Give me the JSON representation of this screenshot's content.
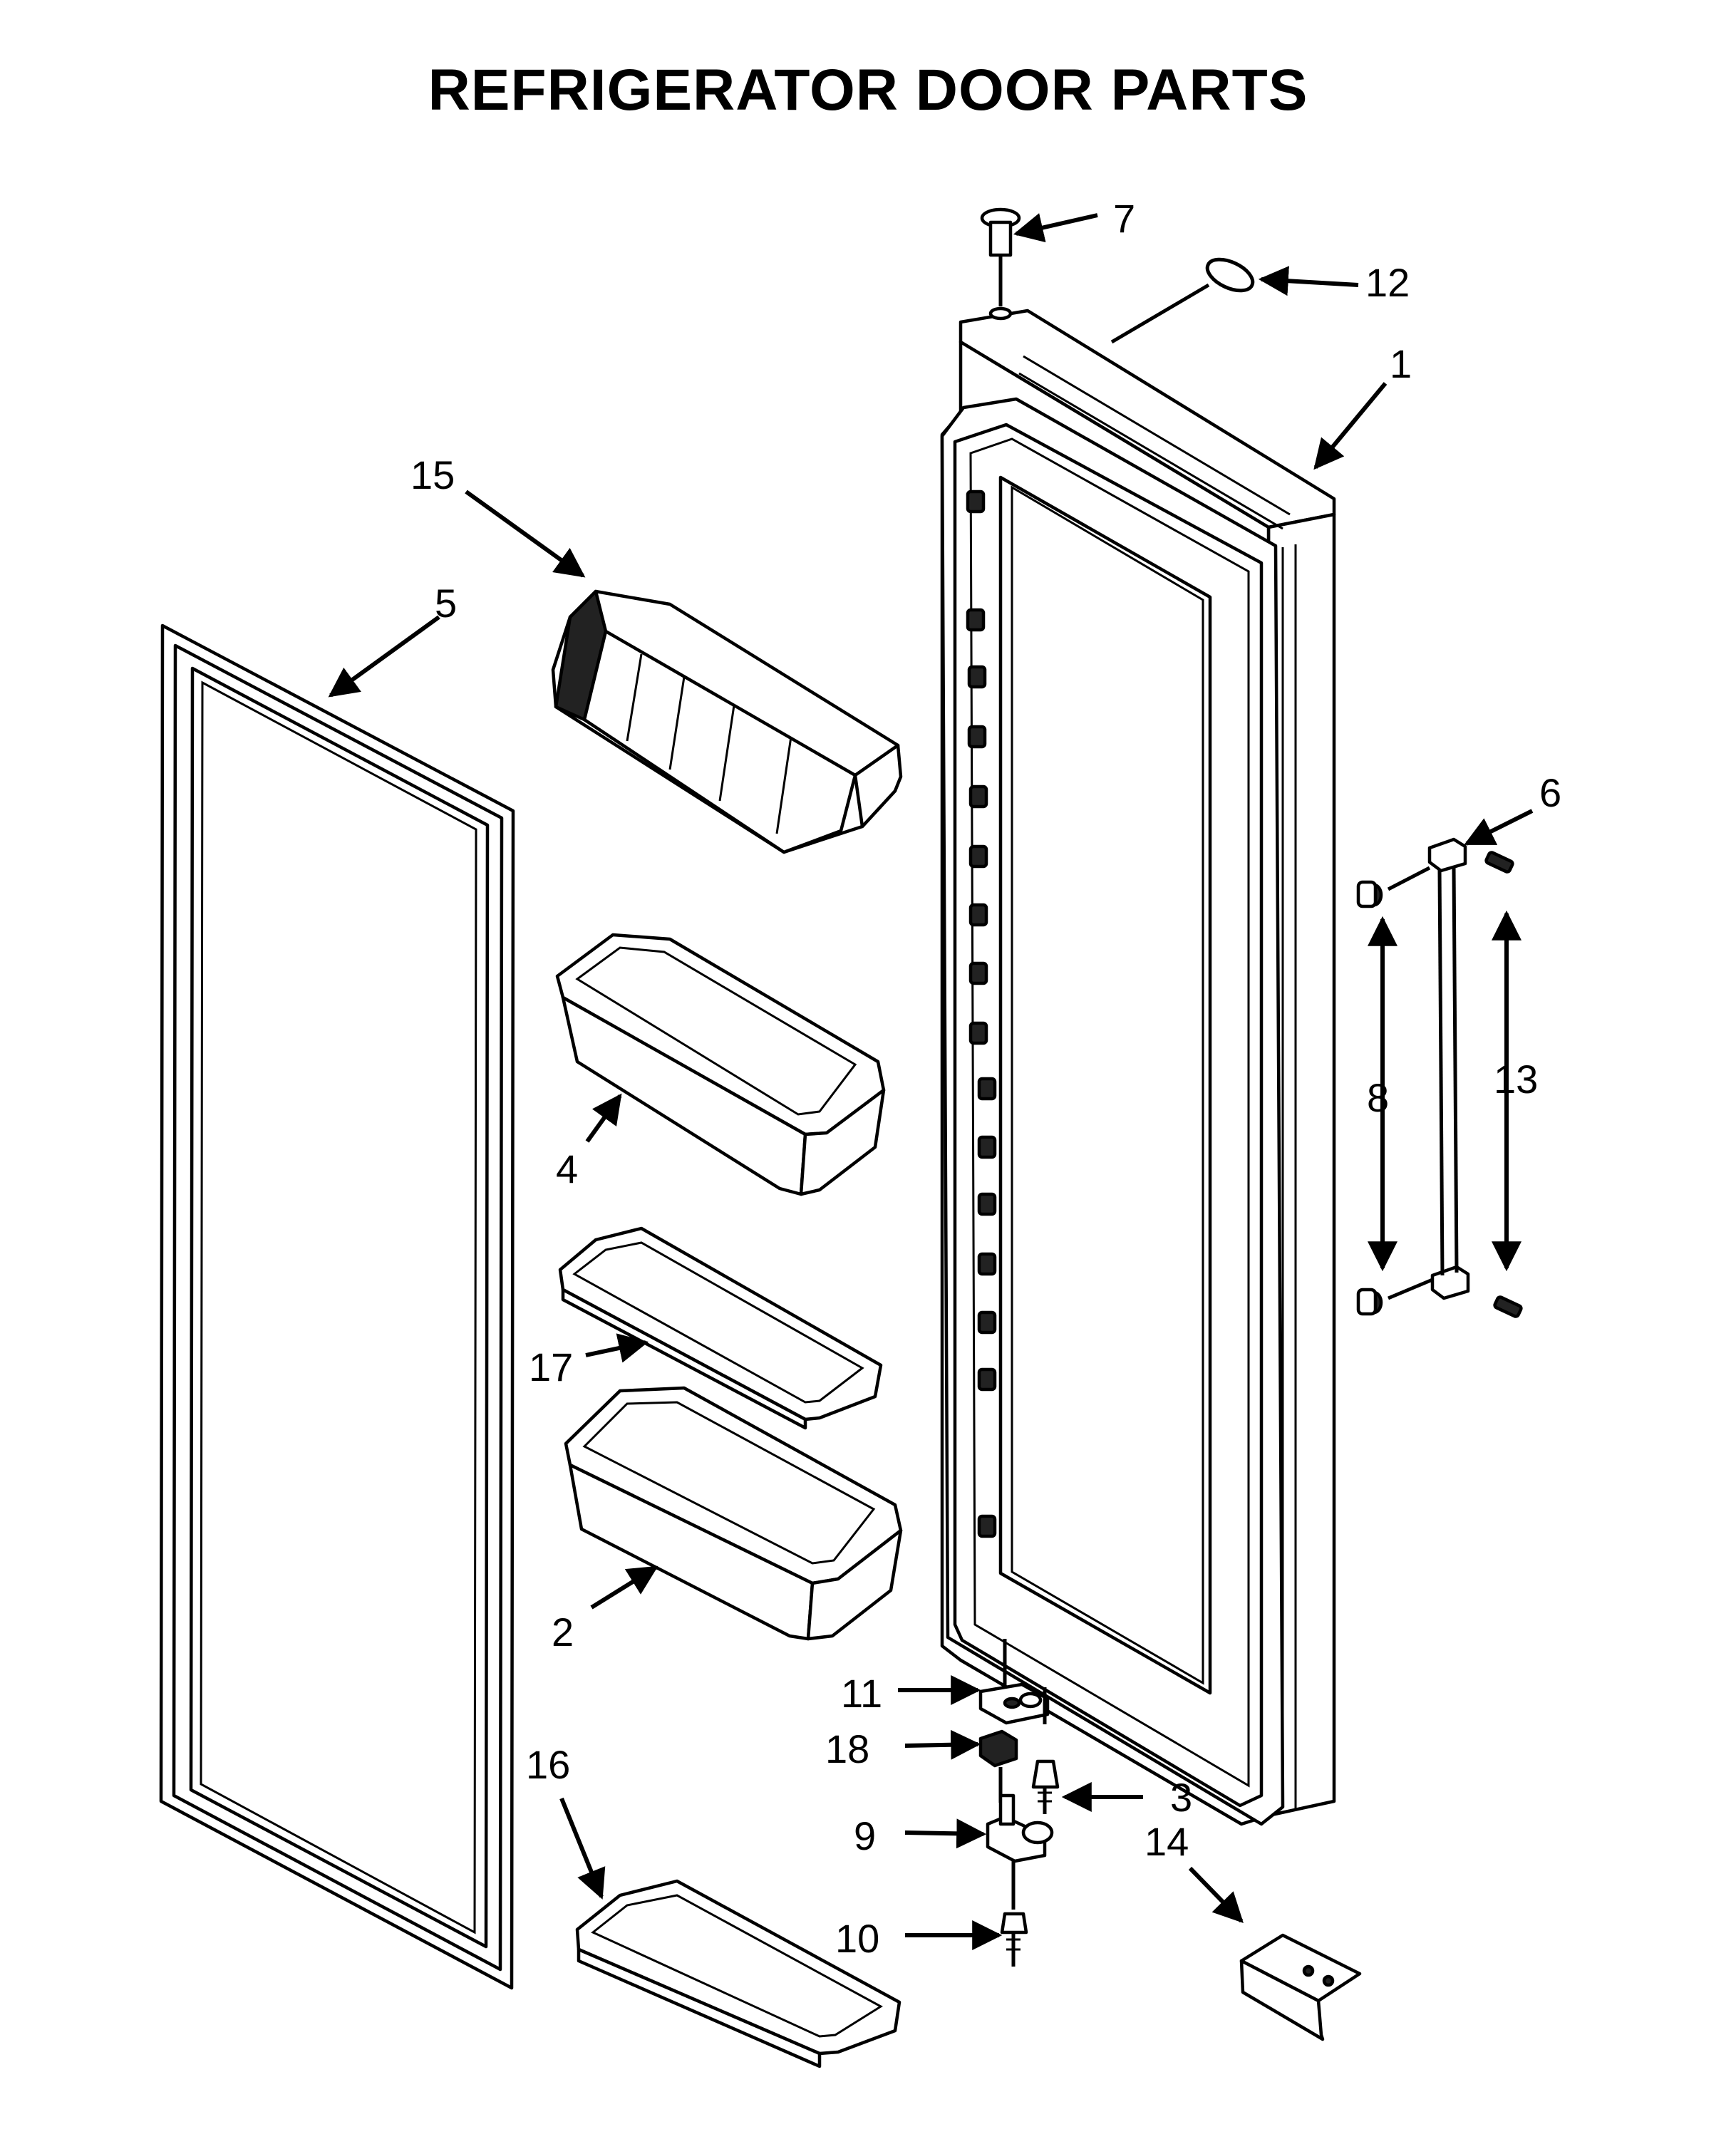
{
  "title": "REFRIGERATOR DOOR PARTS",
  "callouts": {
    "c1": "1",
    "c2": "2",
    "c3": "3",
    "c4": "4",
    "c5": "5",
    "c6": "6",
    "c7": "7",
    "c8": "8",
    "c9": "9",
    "c10": "10",
    "c11": "11",
    "c12": "12",
    "c13": "13",
    "c14": "14",
    "c15": "15",
    "c16": "16",
    "c17": "17",
    "c18": "18"
  }
}
